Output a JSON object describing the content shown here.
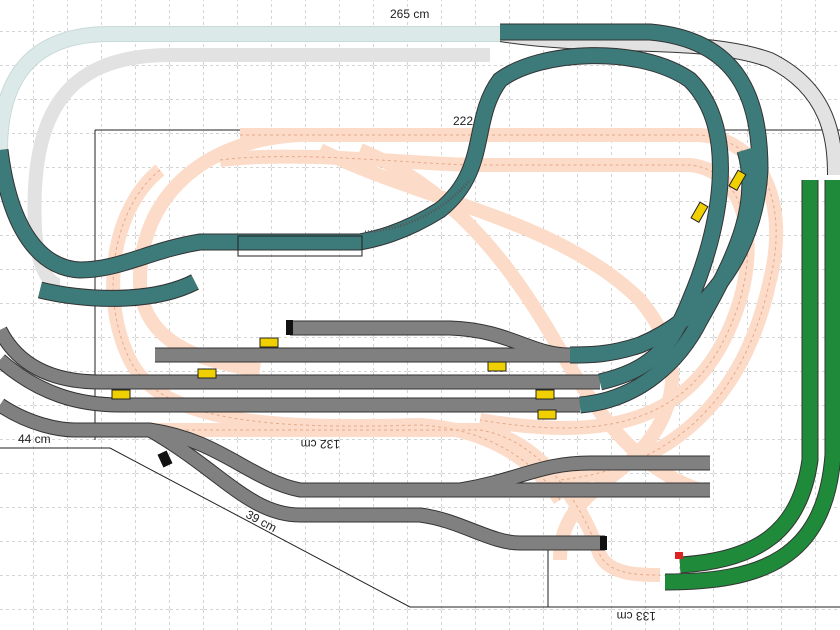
{
  "title": "Track layout plan",
  "dimensions": {
    "top": "265 cm",
    "inner": "222",
    "left": "44 cm",
    "middle": "132 cm",
    "diagonal": "39 cm",
    "bottom": "133 cm"
  },
  "colors": {
    "teal": "#3d7a7a",
    "gray": "#808080",
    "green": "#1f8a3a",
    "peach": "#fcdcc8",
    "light_gray": "#e2e2e2",
    "pale_teal": "#dbe9e9",
    "loco": "#f0d000"
  }
}
